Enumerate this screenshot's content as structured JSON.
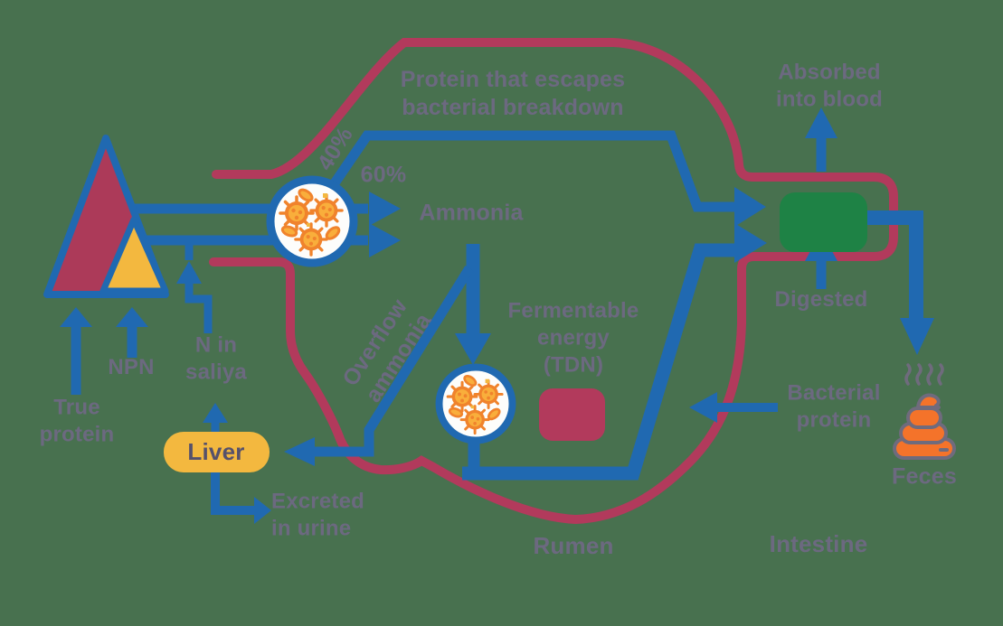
{
  "title": "Ruminant protein metabolism diagram",
  "colors": {
    "background": "#48714F",
    "blue": "#2069B1",
    "crimson": "#B23A5C",
    "maroon_fill": "#AC3A59",
    "yellow": "#F3B83F",
    "green": "#1E8245",
    "orange": "#F0832C",
    "orange_light": "#F9AE3B",
    "poop_orange": "#F4732A",
    "outline_gray": "#6F6B7D",
    "text": "#6C6980",
    "text_dark": "#56516B",
    "dish_white": "#FDFDFB"
  },
  "labels": {
    "protein_escape": "Protein that escapes\nbacterial breakdown",
    "pct40": "40%",
    "pct60": "60%",
    "ammonia": "Ammonia",
    "overflow_ammonia": "Overflow\nammonia",
    "fermentable_energy": "Fermentable\nenergy\n(TDN)",
    "rumen": "Rumen",
    "intestine": "Intestine",
    "absorbed_into_blood": "Absorbed\ninto blood",
    "digested": "Digested",
    "bacterial_protein": "Bacterial\nprotein",
    "feces": "Feces",
    "true_protein": "True\nprotein",
    "npn": "NPN",
    "n_in_saliva": "N in\nsaliya",
    "liver": "Liver",
    "excreted_in_urine": "Excreted\nin urine"
  }
}
